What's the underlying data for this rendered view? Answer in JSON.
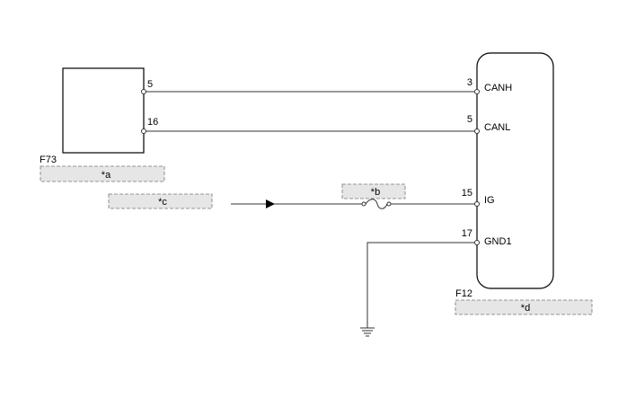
{
  "ecu_left": {
    "connector_id": "F73",
    "callout": "*a",
    "pins": {
      "canh": "5",
      "canl": "16"
    }
  },
  "ecu_right": {
    "connector_id": "F12",
    "callout": "*d",
    "pins": {
      "canh": {
        "num": "3",
        "name": "CANH"
      },
      "canl": {
        "num": "5",
        "name": "CANL"
      },
      "ig": {
        "num": "15",
        "name": "IG"
      },
      "gnd": {
        "num": "17",
        "name": "GND1"
      }
    }
  },
  "fuse": {
    "callout": "*b"
  },
  "power_source": {
    "callout": "*c"
  }
}
